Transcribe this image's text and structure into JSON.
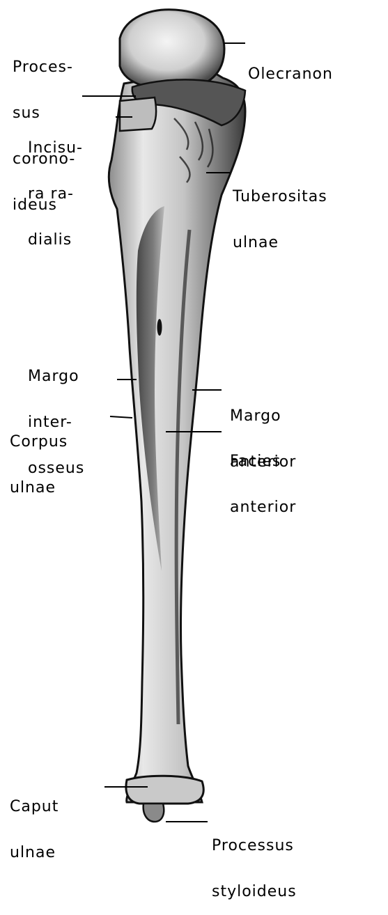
{
  "labels": {
    "processus_coronoideus": [
      "Proces-",
      "sus",
      "corono-",
      "ideus"
    ],
    "olecranon": [
      "Olecranon"
    ],
    "incisura_radialis": [
      "Incisu-",
      "ra ra-",
      "dialis"
    ],
    "tuberositas_ulnae": [
      "Tuberositas",
      "ulnae"
    ],
    "margo_interosseus": [
      "Margo",
      "inter-",
      "osseus"
    ],
    "margo_anterior": [
      "Margo",
      "anterior"
    ],
    "corpus_ulnae": [
      "Corpus",
      "ulnae"
    ],
    "facies_anterior": [
      "Facies",
      "anterior"
    ],
    "caput_ulnae": [
      "Caput",
      "ulnae"
    ],
    "processus_styloideus": [
      "Processus",
      "styloideus"
    ]
  }
}
